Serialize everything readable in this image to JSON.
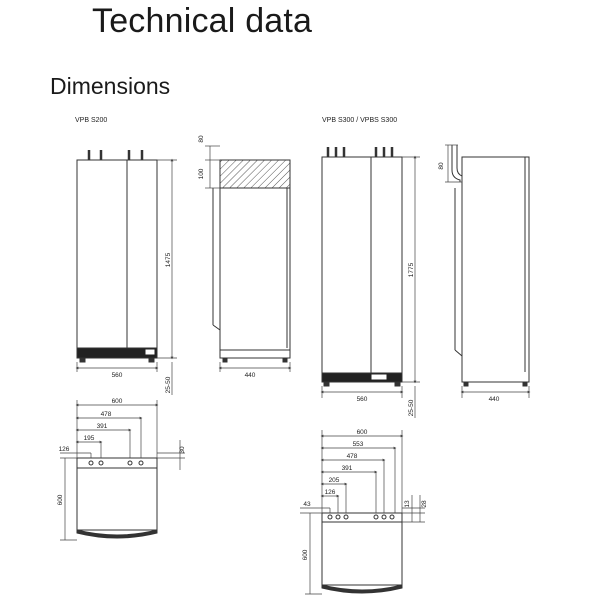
{
  "page": {
    "title": "Technical data",
    "section": "Dimensions"
  },
  "models": {
    "s200": "VPB S200",
    "s300": "VPB S300  / VPBS S300"
  },
  "dims": {
    "s200_front": {
      "height": "1475",
      "width": "560",
      "feet": "25-50"
    },
    "s200_side": {
      "top_80": "80",
      "top_100": "100",
      "depth": "440"
    },
    "s300_front": {
      "height": "1775",
      "width": "560",
      "feet": "25-50"
    },
    "s300_side": {
      "top_80": "80",
      "depth": "440"
    },
    "s200_top": {
      "w600": "600",
      "w478": "478",
      "w391": "391",
      "w195": "195",
      "w126": "126",
      "d30": "30",
      "d600": "600"
    },
    "s300_top": {
      "w600": "600",
      "w553": "553",
      "w478": "478",
      "w391": "391",
      "w205": "205",
      "w126": "126",
      "w43": "43",
      "d13": "13",
      "d28": "28",
      "d600": "600"
    }
  }
}
